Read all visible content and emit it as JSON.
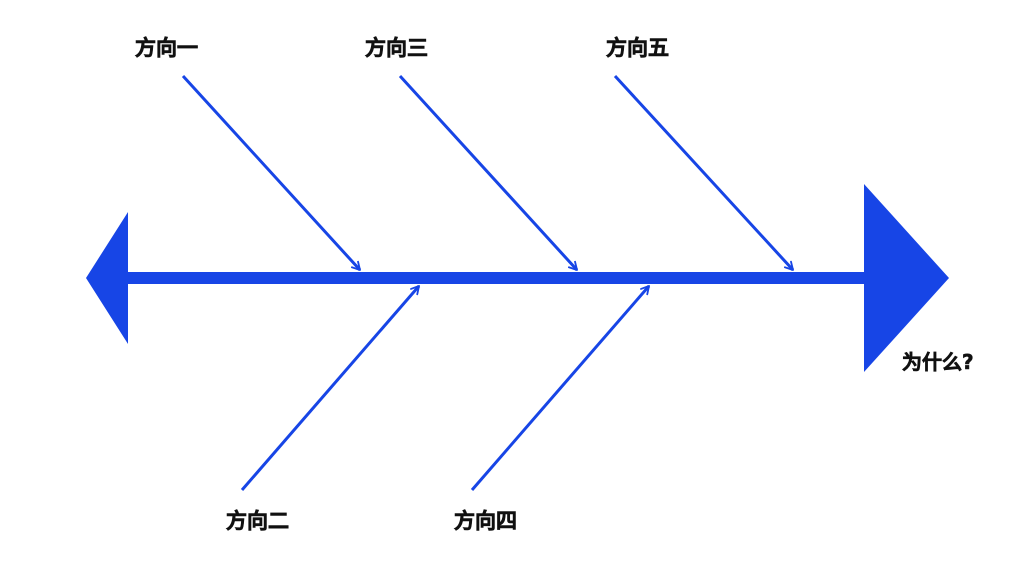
{
  "colors": {
    "accent": "#1745E6",
    "text": "#111111",
    "background": "#FFFFFF"
  },
  "labels": {
    "top": [
      "方向一",
      "方向三",
      "方向五"
    ],
    "bottom": [
      "方向二",
      "方向四"
    ],
    "head": "为什么?"
  }
}
